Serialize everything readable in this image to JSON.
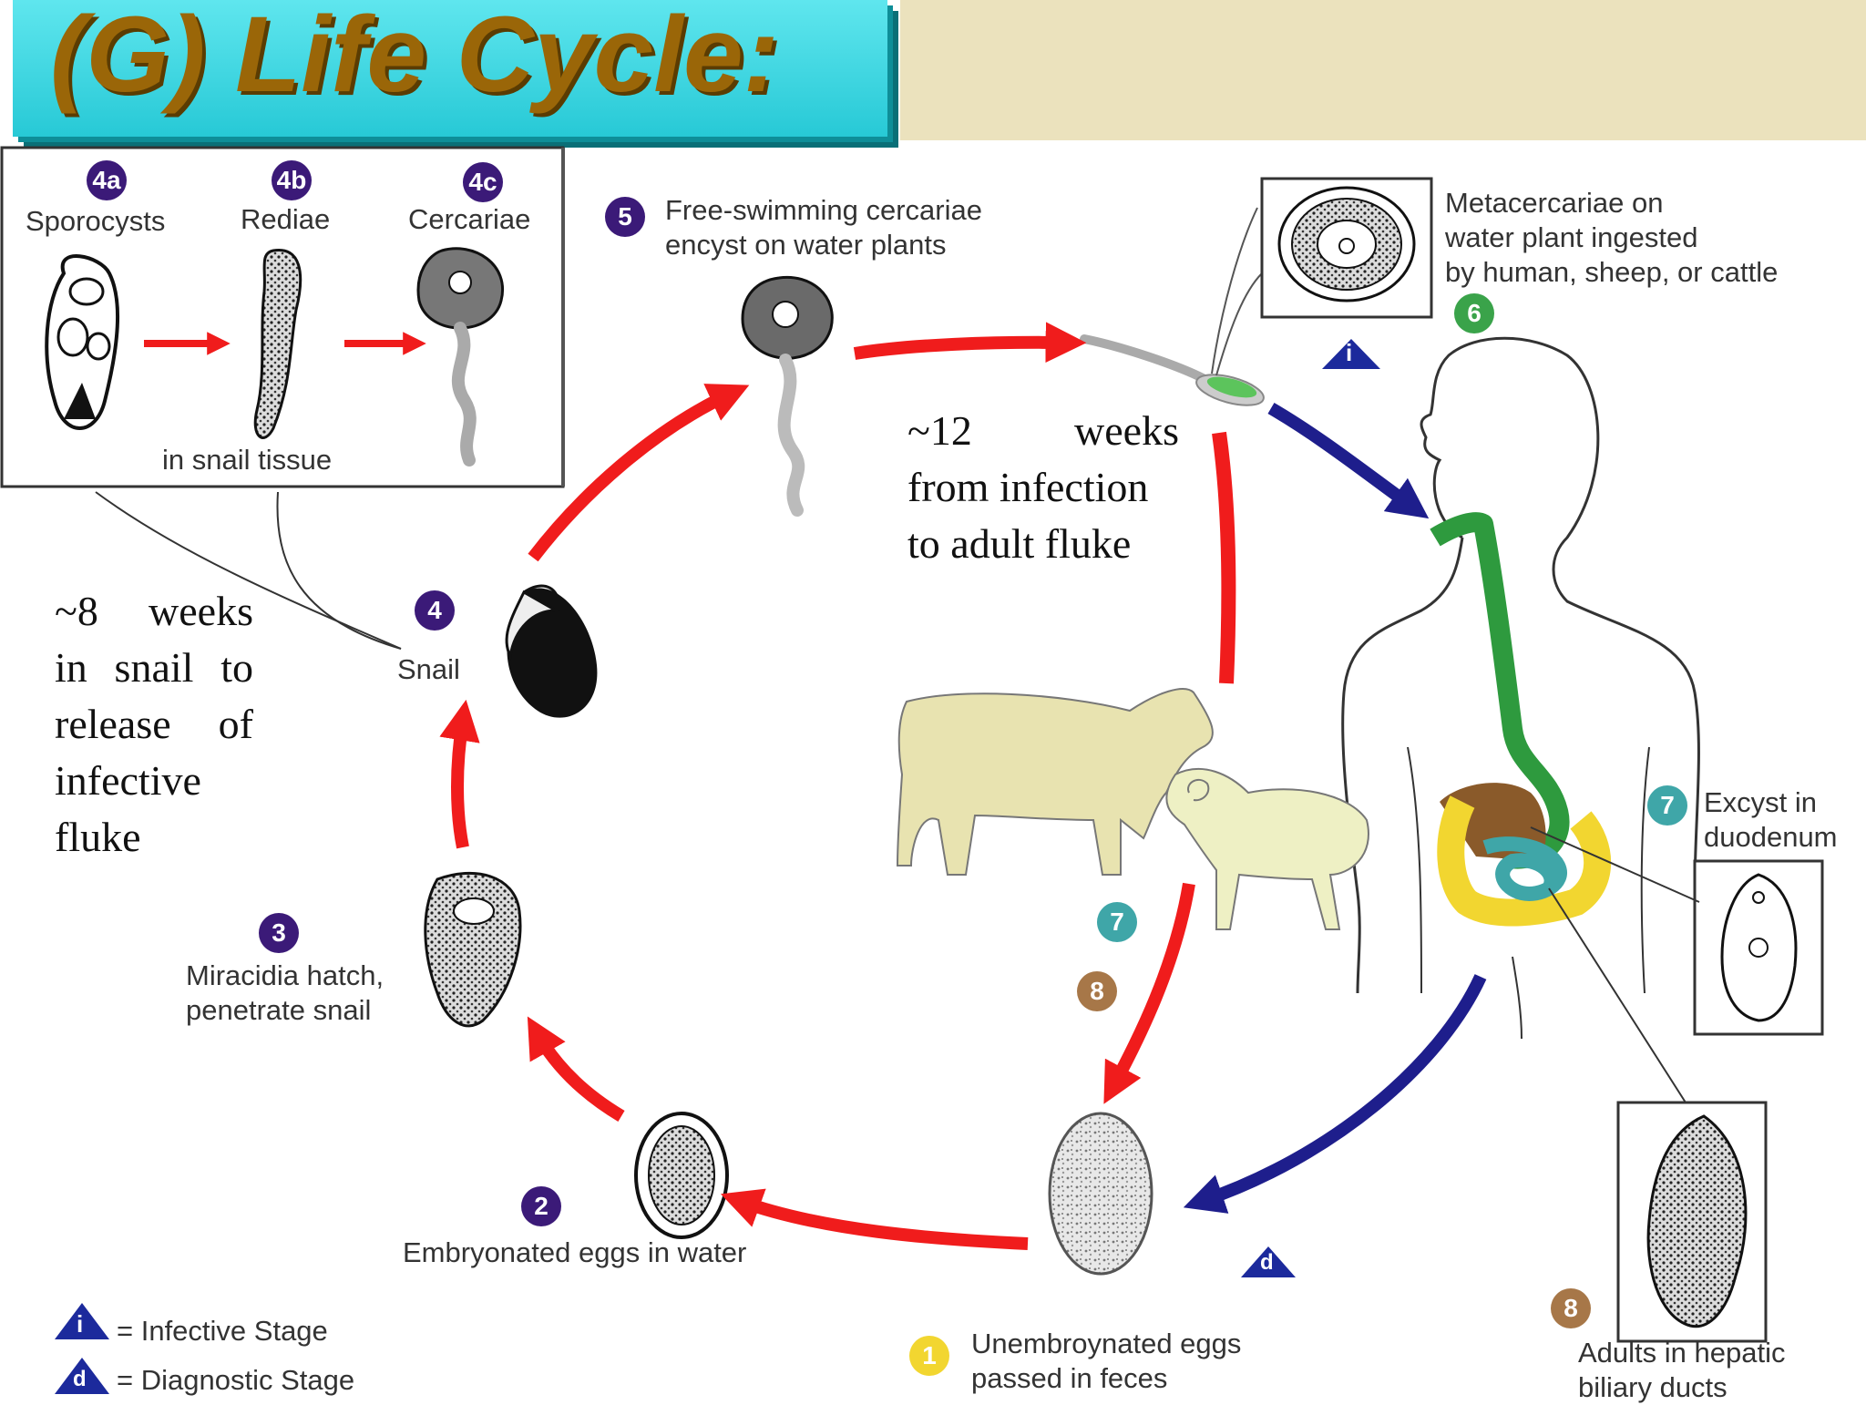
{
  "title": "(G) Life Cycle:",
  "inset": {
    "stages": [
      {
        "num": "4a",
        "label": "Sporocysts"
      },
      {
        "num": "4b",
        "label": "Rediae"
      },
      {
        "num": "4c",
        "label": "Cercariae"
      }
    ],
    "caption": "in snail tissue"
  },
  "steps": {
    "s1": {
      "num": "1",
      "label1": "Unembroynated eggs",
      "label2": "passed in feces"
    },
    "s2": {
      "num": "2",
      "label": "Embryonated eggs in water"
    },
    "s3": {
      "num": "3",
      "label1": "Miracidia hatch,",
      "label2": "penetrate snail"
    },
    "s4": {
      "num": "4",
      "label": "Snail"
    },
    "s5": {
      "num": "5",
      "label1": "Free-swimming cercariae",
      "label2": "encyst on water plants"
    },
    "s6": {
      "num": "6",
      "label1": "Metacercariae on",
      "label2": "water plant ingested",
      "label3": "by human, sheep, or cattle"
    },
    "s7": {
      "num": "7",
      "label1": "Excyst in",
      "label2": "duodenum"
    },
    "s8": {
      "num": "8",
      "label1": "Adults in hepatic",
      "label2": "biliary ducts"
    },
    "s7b": {
      "num": "7"
    },
    "s8b": {
      "num": "8"
    }
  },
  "notes": {
    "snail": {
      "l1": "~8 weeks",
      "l2": "in snail to",
      "l3": "release of",
      "l4": "infective",
      "l5": "fluke"
    },
    "infection": {
      "l1": "~12 weeks",
      "l2": "from infection",
      "l3": "to adult fluke"
    }
  },
  "legend": {
    "i_letter": "i",
    "d_letter": "d",
    "infective": "= Infective Stage",
    "diagnostic": "= Diagnostic Stage"
  },
  "colors": {
    "title_bg": "#27c9d6",
    "title_text": "#9a6608",
    "red_arrow": "#f01c1c",
    "blue_arrow": "#1e1e8c",
    "badge_purple": "#3b1a78"
  }
}
